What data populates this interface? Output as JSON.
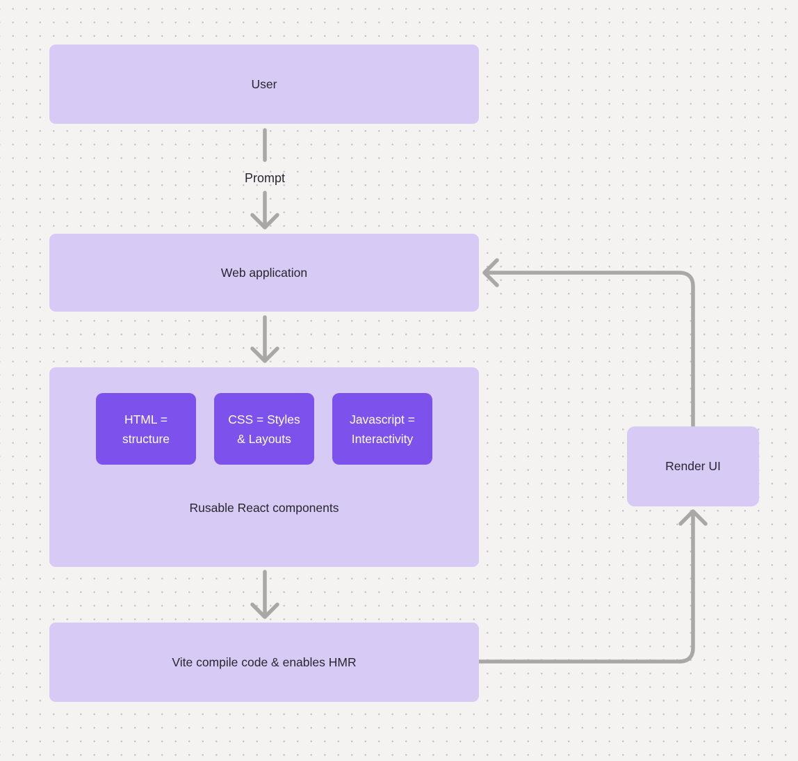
{
  "diagram": {
    "nodes": {
      "user": {
        "label": "User"
      },
      "web_application": {
        "label": "Web application"
      },
      "components_group": {
        "label": "Rusable React components",
        "children": [
          {
            "label": "HTML = structure",
            "line1": "HTML =",
            "line2": "structure"
          },
          {
            "label": "CSS = Styles & Layouts",
            "line1": "CSS = Styles",
            "line2": "& Layouts"
          },
          {
            "label": "Javascript = Interactivity",
            "line1": "Javascript =",
            "line2": "Interactivity"
          }
        ]
      },
      "vite": {
        "label": "Vite compile code & enables HMR"
      },
      "render_ui": {
        "label": "Render UI"
      }
    },
    "edges": [
      {
        "from": "User",
        "to": "Web application",
        "label": "Prompt"
      },
      {
        "from": "Web application",
        "to": "Rusable React components",
        "label": ""
      },
      {
        "from": "Rusable React components",
        "to": "Vite compile code & enables HMR",
        "label": ""
      },
      {
        "from": "Vite compile code & enables HMR",
        "to": "Render UI",
        "label": ""
      },
      {
        "from": "Render UI",
        "to": "Web application",
        "label": ""
      }
    ],
    "colors": {
      "node_fill": "#d7cbf6",
      "inner_node_fill": "#7d52ec",
      "inner_node_text": "#ffffff",
      "text": "#28262e",
      "arrow": "#a9a8a6",
      "background": "#f4f3f2",
      "dot": "#c7c5c3"
    }
  }
}
